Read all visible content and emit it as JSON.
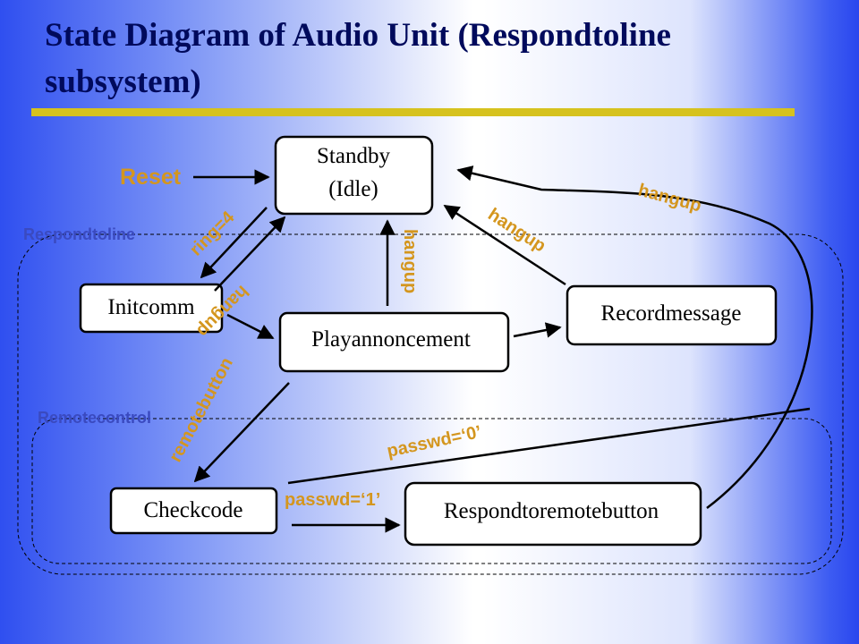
{
  "title": {
    "line1": "State Diagram of Audio Unit (Respondtoline",
    "line2": "subsystem)"
  },
  "groups": {
    "respondtoline": "Respondtoline",
    "remotecontrol": "Remotecontrol"
  },
  "states": {
    "standby_line1": "Standby",
    "standby_line2": "(Idle)",
    "initcomm": "Initcomm",
    "playannoncement": "Playannoncement",
    "recordmessage": "Recordmessage",
    "checkcode": "Checkcode",
    "respondtoremotebutton": "Respondtoremotebutton"
  },
  "transitions": {
    "reset": "Reset",
    "ring4": "ring=4",
    "hangup_initcomm": "hangup",
    "hangup_play": "hangup",
    "hangup_record": "hangup",
    "hangup_remote": "hangup",
    "remotebutton": "remotebutton",
    "passwd0": "passwd=‘0’",
    "passwd1": "passwd=‘1’"
  },
  "colors": {
    "transition_label": "#d4961e",
    "group_label": "#3a4ac0",
    "title": "#000a5c",
    "underline": "#d6c21e"
  }
}
